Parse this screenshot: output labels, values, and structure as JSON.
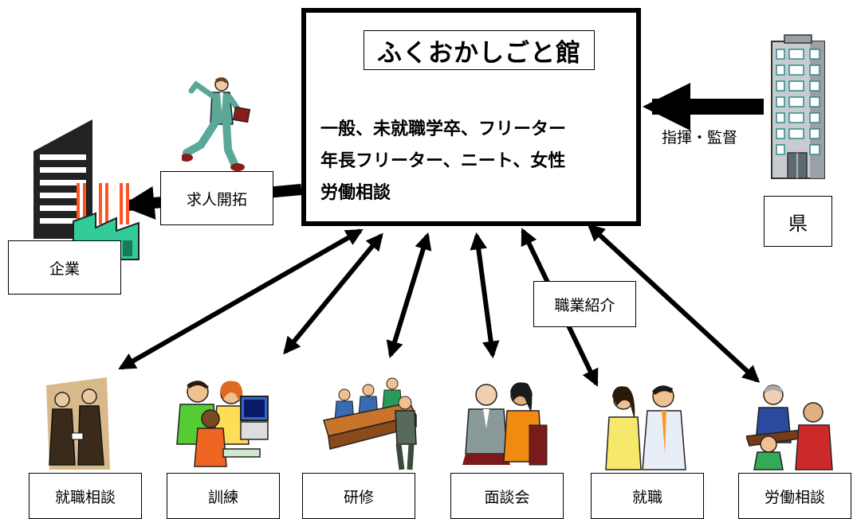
{
  "center": {
    "title": "ふくおかしごと館",
    "lines": [
      "一般、未就職学卒、フリーター",
      "年長フリーター、ニート、女性",
      "労働相談"
    ]
  },
  "labels": {
    "company": "企業",
    "job_development": "求人開拓",
    "county": "県",
    "direction": "指揮・監督",
    "placement": "職業紹介"
  },
  "services": [
    "就職相談",
    "訓練",
    "研修",
    "面談会",
    "就職",
    "労働相談"
  ],
  "colors": {
    "line": "#000000",
    "factory": "#33cc99",
    "chimney": "#ff5522"
  },
  "icons": [
    "factory-icon",
    "running-man-icon",
    "office-building-icon",
    "consultation-icon",
    "computer-training-icon",
    "seminar-icon",
    "interview-icon",
    "employment-icon",
    "labor-consultation-icon"
  ]
}
